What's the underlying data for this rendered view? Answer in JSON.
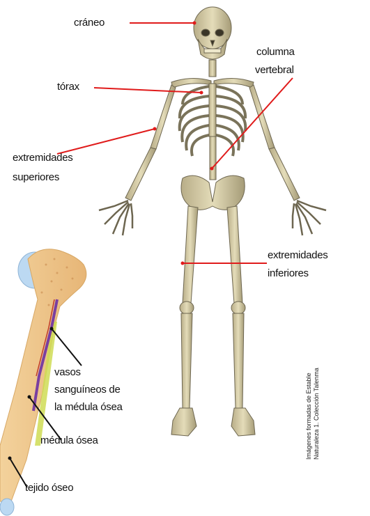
{
  "labels": {
    "craneo": "cráneo",
    "torax": "tórax",
    "columna_1": "columna",
    "columna_2": "vertebral",
    "ext_sup_1": "extremidades",
    "ext_sup_2": "superiores",
    "ext_inf_1": "extremidades",
    "ext_inf_2": "inferiores",
    "vasos_1": "vasos",
    "vasos_2": "sanguíneos de",
    "vasos_3": "la médula ósea",
    "medula": "médula ósea",
    "tejido": "tejido óseo"
  },
  "credit": {
    "line1": "Imágenes formadas de Estable",
    "line2": "Naturaleza 1. Colección Talenma"
  },
  "colors": {
    "leader_line": "#e01b1b",
    "bone": "#d9cfa6",
    "bone_shadow": "#9c9270",
    "femur_shaft": "#efc78e",
    "marrow": "#cfdc55",
    "vessel": "#7a3fa0",
    "cartilage": "#bcd9f2"
  }
}
